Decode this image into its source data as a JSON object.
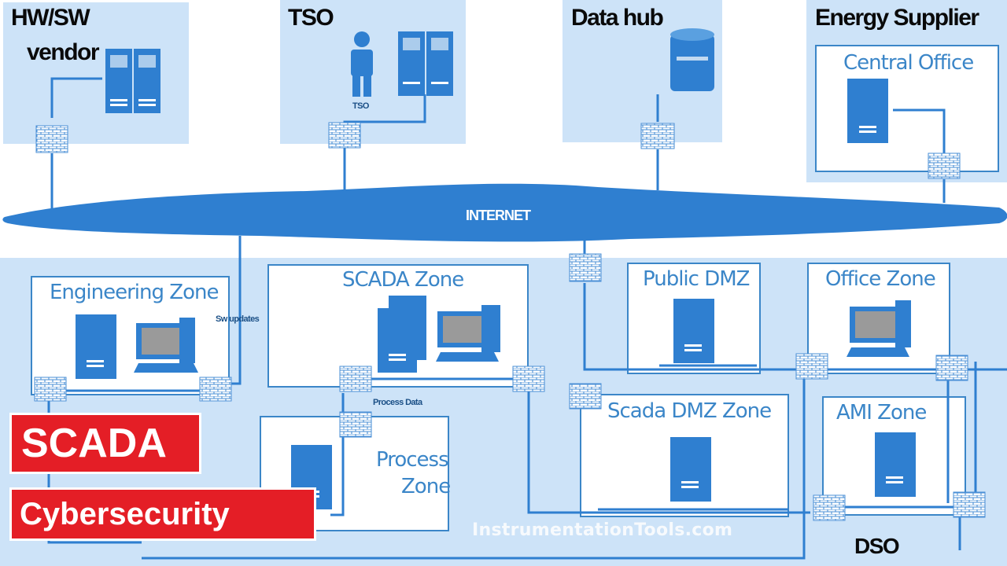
{
  "external": {
    "hw_sw_vendor_line1": "HW/SW",
    "hw_sw_vendor_line2": "vendor",
    "tso": "TSO",
    "tso_person_label": "TSO",
    "data_hub": "Data hub",
    "energy_supplier": "Energy Supplier",
    "central_office": "Central Office"
  },
  "network": {
    "internet": "INTERNET",
    "sw_updates": "Sw updates",
    "process_data": "Process Data"
  },
  "zones": {
    "engineering": "Engineering Zone",
    "scada": "SCADA Zone",
    "public_dmz": "Public DMZ",
    "office": "Office Zone",
    "scada_dmz": "Scada DMZ Zone",
    "ami": "AMI Zone",
    "process_line1": "Process",
    "process_line2": "Zone",
    "dso": "DSO"
  },
  "overlay": {
    "title_line1": "SCADA",
    "title_line2": "Cybersecurity",
    "watermark": "InstrumentationTools.com"
  },
  "colors": {
    "panel_blue": "#cde3f8",
    "zone_border": "#3b86c8",
    "device_blue": "#2f7fd0",
    "accent_red": "#e41e26"
  }
}
